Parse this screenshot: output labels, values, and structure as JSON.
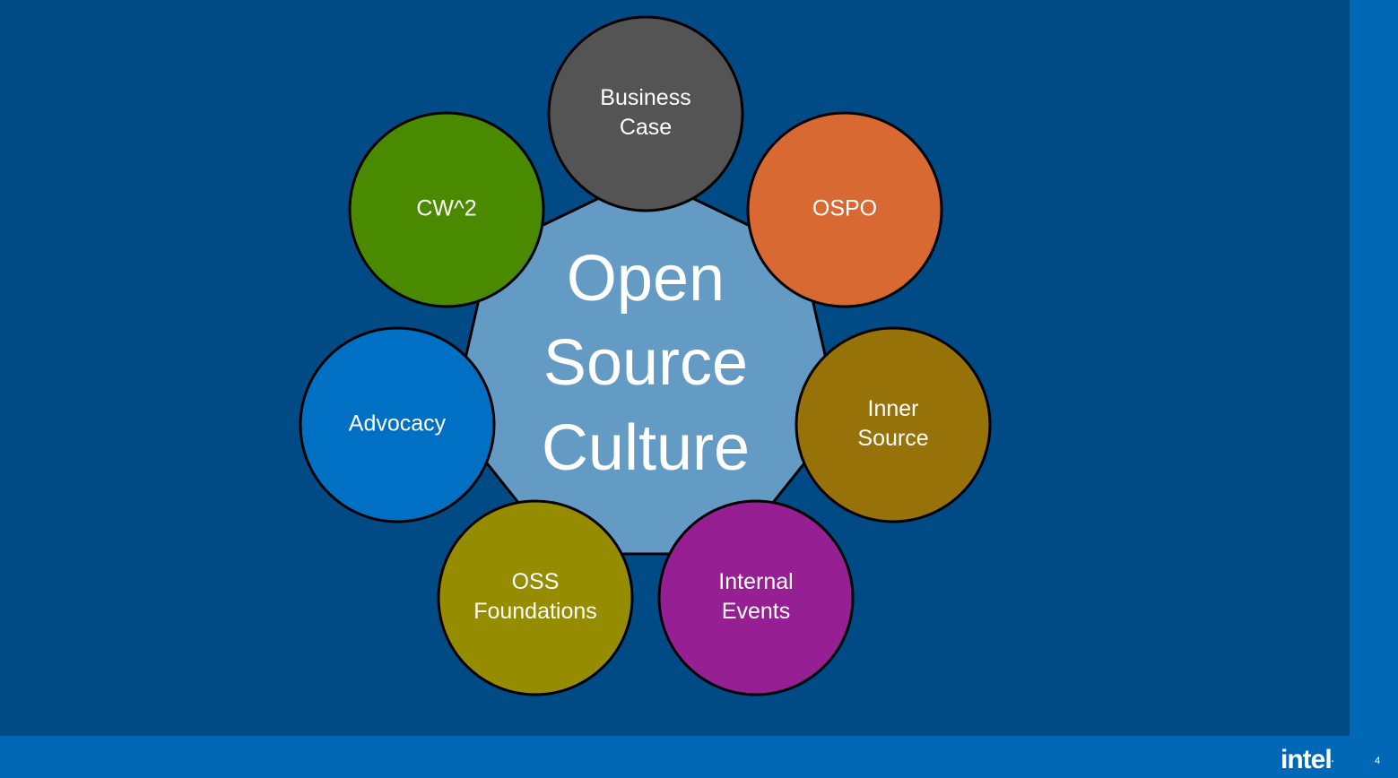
{
  "center": {
    "lines": [
      "Open",
      "Source",
      "Culture"
    ],
    "color": "#649bc4"
  },
  "nodes": [
    {
      "id": "business-case",
      "lines": [
        "Business",
        "Case"
      ],
      "color": "#545454"
    },
    {
      "id": "ospo",
      "lines": [
        "OSPO"
      ],
      "color": "#d96933"
    },
    {
      "id": "inner-source",
      "lines": [
        "Inner",
        "Source"
      ],
      "color": "#967208"
    },
    {
      "id": "internal-events",
      "lines": [
        "Internal",
        "Events"
      ],
      "color": "#951f93"
    },
    {
      "id": "oss-foundations",
      "lines": [
        "OSS",
        "Foundations"
      ],
      "color": "#958c00"
    },
    {
      "id": "advocacy",
      "lines": [
        "Advocacy"
      ],
      "color": "#0070c4"
    },
    {
      "id": "cw2",
      "lines": [
        "CW^2"
      ],
      "color": "#4a8a00"
    }
  ],
  "footer": {
    "logo_text": "intel",
    "page_number": "4"
  },
  "colors": {
    "background": "#004a86",
    "bar": "#0068b5",
    "outline": "#000000"
  }
}
